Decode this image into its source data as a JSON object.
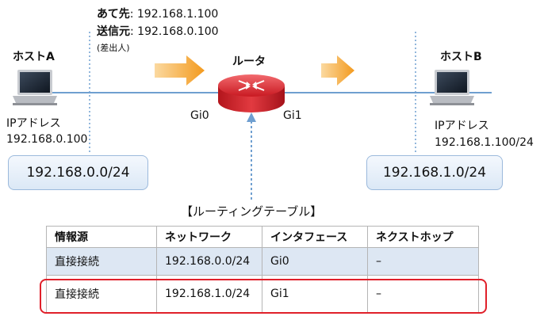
{
  "header": {
    "dest_label": "あて先",
    "dest_value": ": 192.168.1.100",
    "src_label": "送信元",
    "src_value": ": 192.168.0.100",
    "src_note": "(差出人)"
  },
  "router": {
    "label": "ルータ",
    "if0": "Gi0",
    "if1": "Gi1"
  },
  "hostA": {
    "name": "ホストA",
    "ip_label": "IPアドレス",
    "ip": "192.168.0.100"
  },
  "hostB": {
    "name": "ホストB",
    "ip_label": "IPアドレス",
    "ip": "192.168.1.100/24"
  },
  "networks": {
    "left": "192.168.0.0/24",
    "right": "192.168.1.0/24"
  },
  "routing_table": {
    "title": "【ルーティングテーブル】",
    "headers": [
      "情報源",
      "ネットワーク",
      "インタフェース",
      "ネクストホップ"
    ],
    "rows": [
      [
        "直接接続",
        "192.168.0.0/24",
        "Gi0",
        "–"
      ],
      [
        "直接接続",
        "192.168.1.0/24",
        "Gi1",
        "–"
      ]
    ]
  },
  "colors": {
    "arrow": "#f5a623",
    "router": "#d9232a",
    "line": "#6f9fd0",
    "highlight": "#e0202a"
  }
}
